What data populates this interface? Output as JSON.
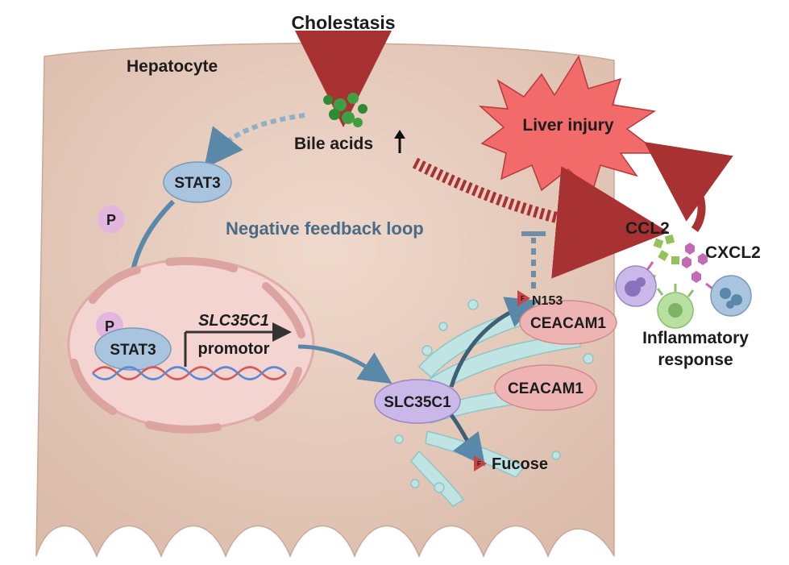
{
  "labels": {
    "trigger": "Cholestasis",
    "cell": "Hepatocyte",
    "bile_acids": "Bile acids",
    "injury": "Liver injury",
    "stat3_cytoplasm": "STAT3",
    "phospho": "P",
    "phospho_nuclear": "P",
    "stat3_nuclear": "STAT3",
    "gene": "SLC35C1",
    "promoter": "promotor",
    "loop": "Negative feedback loop",
    "transporter": "SLC35C1",
    "glyco_site": "N153",
    "ceacam1_top": "CEACAM1",
    "ceacam1_bottom": "CEACAM1",
    "fucose": "Fucose",
    "fucose_tag": "F",
    "fucose_tag_site": "F",
    "ccl2": "CCL2",
    "cxcl2": "CXCL2",
    "inflammation_line1": "Inflammatory",
    "inflammation_line2": "response"
  },
  "colors": {
    "cell_fill": "#e8cdbf",
    "nucleus_fill": "#f3d4d0",
    "golgi_fill": "#bfe4e3",
    "stat3_fill": "#a8c4de",
    "phospho_fill": "#e3b6e0",
    "slc35c1_fill": "#c9b8e8",
    "ceacam1_fill": "#eeb4b4",
    "injury_fill": "#f26a6a",
    "dark_red_arrow": "#a83232",
    "blue_arrow": "#5a88a8",
    "bile_acid_green": "#3fa043"
  },
  "icons": [
    "cholestasis-arrow-icon",
    "bile-acid-droplets-icon",
    "up-arrow-icon",
    "liver-injury-burst-icon",
    "dna-helix-icon",
    "inhibition-bar-icon",
    "fucose-flag-icon",
    "immune-cell-icon"
  ]
}
